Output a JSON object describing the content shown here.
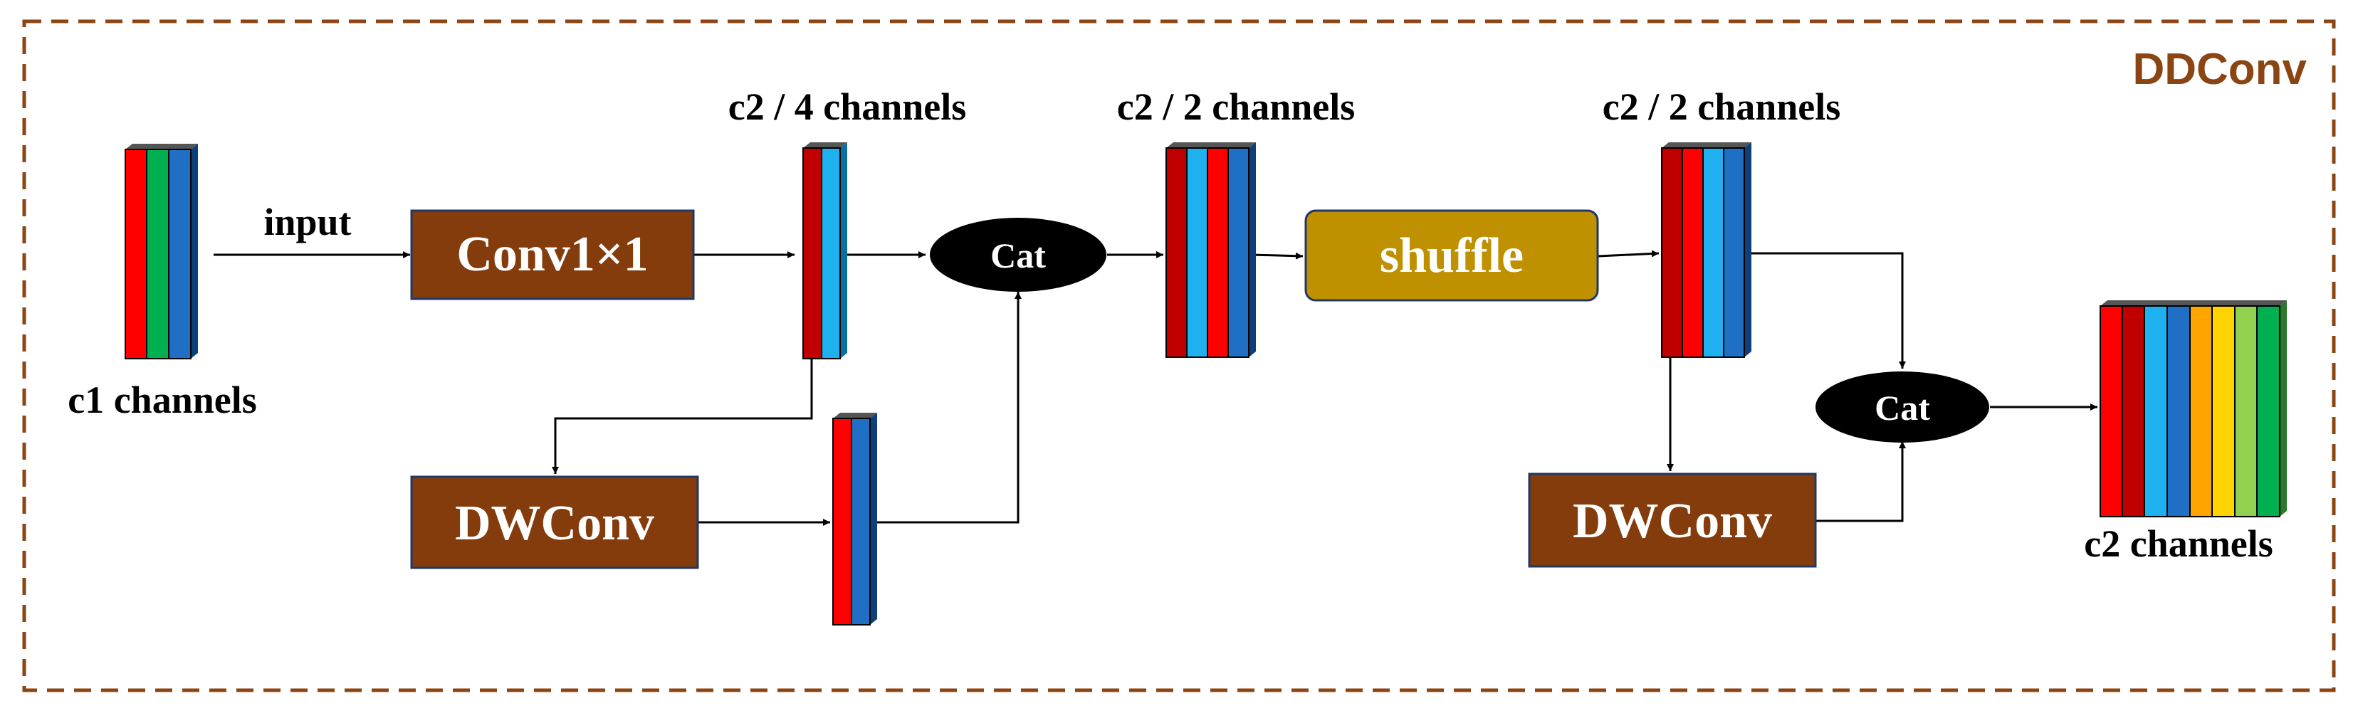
{
  "module_title": "DDConv",
  "labels": {
    "input": "input",
    "c1_channels": "c1 channels",
    "c2_4_channels": "c2 / 4 channels",
    "c2_2_channels_a": "c2 / 2 channels",
    "c2_2_channels_b": "c2 / 2 channels",
    "c2_channels": "c2 channels"
  },
  "blocks": {
    "conv1x1": "Conv1×1",
    "dwconv_1": "DWConv",
    "dwconv_2": "DWConv",
    "shuffle": "shuffle",
    "cat_1": "Cat",
    "cat_2": "Cat"
  },
  "colors": {
    "frame": "#8b4513",
    "title": "#8b4513",
    "conv_block": "#843c0c",
    "shuffle_block": "#bf9000",
    "cat_fill": "#000000",
    "red": "#ff0000",
    "dark_red": "#c00000",
    "green": "#00b050",
    "blue": "#1f6fc4",
    "light_blue": "#1fb0f0",
    "orange": "#ffa500",
    "yellow": "#ffd400",
    "light_green": "#92d050"
  }
}
